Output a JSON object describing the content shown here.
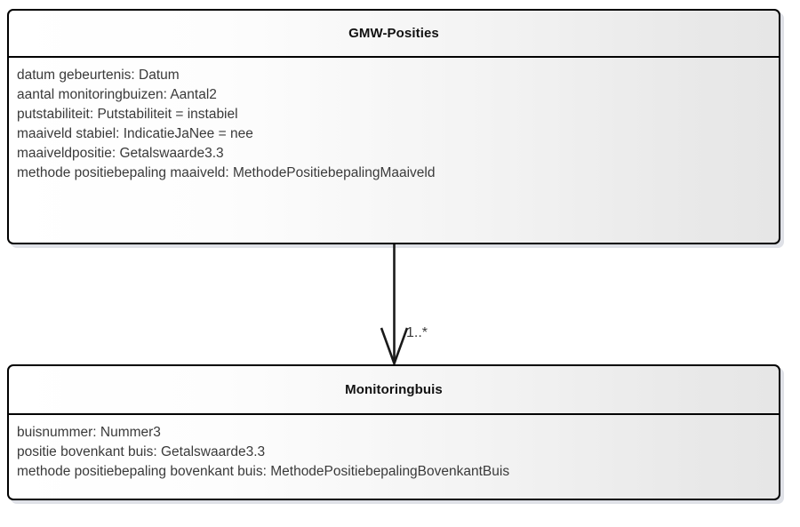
{
  "diagram": {
    "type": "uml-class-diagram",
    "background_color": "#ffffff",
    "classes": [
      {
        "id": "gmw-posities",
        "name": "GMW-Posities",
        "attributes": [
          "datum gebeurtenis: Datum",
          "aantal monitoringbuizen: Aantal2",
          "putstabiliteit: Putstabiliteit = instabiel",
          "maaiveld stabiel: IndicatieJaNee = nee",
          "maaiveldpositie: Getalswaarde3.3",
          "methode positiebepaling maaiveld: MethodePositiebepalingMaaiveld"
        ]
      },
      {
        "id": "monitoringbuis",
        "name": "Monitoringbuis",
        "attributes": [
          "buisnummer: Nummer3",
          "positie bovenkant buis: Getalswaarde3.3",
          "methode positiebepaling bovenkant buis: MethodePositiebepalingBovenkantBuis"
        ]
      }
    ],
    "relationship": {
      "kind": "association",
      "arrowhead": "open-stick-arrow",
      "direction": "down",
      "source": "GMW-Posities",
      "target": "Monitoringbuis",
      "multiplicity": "1..*",
      "line_color": "#1a1a1a"
    },
    "colors": {
      "border": "#000000",
      "text": "#3a3a3a",
      "title_text": "#111111",
      "fill_left": "#ffffff",
      "fill_right": "#e6e6e6",
      "shadow": "#c4c8d4"
    }
  }
}
